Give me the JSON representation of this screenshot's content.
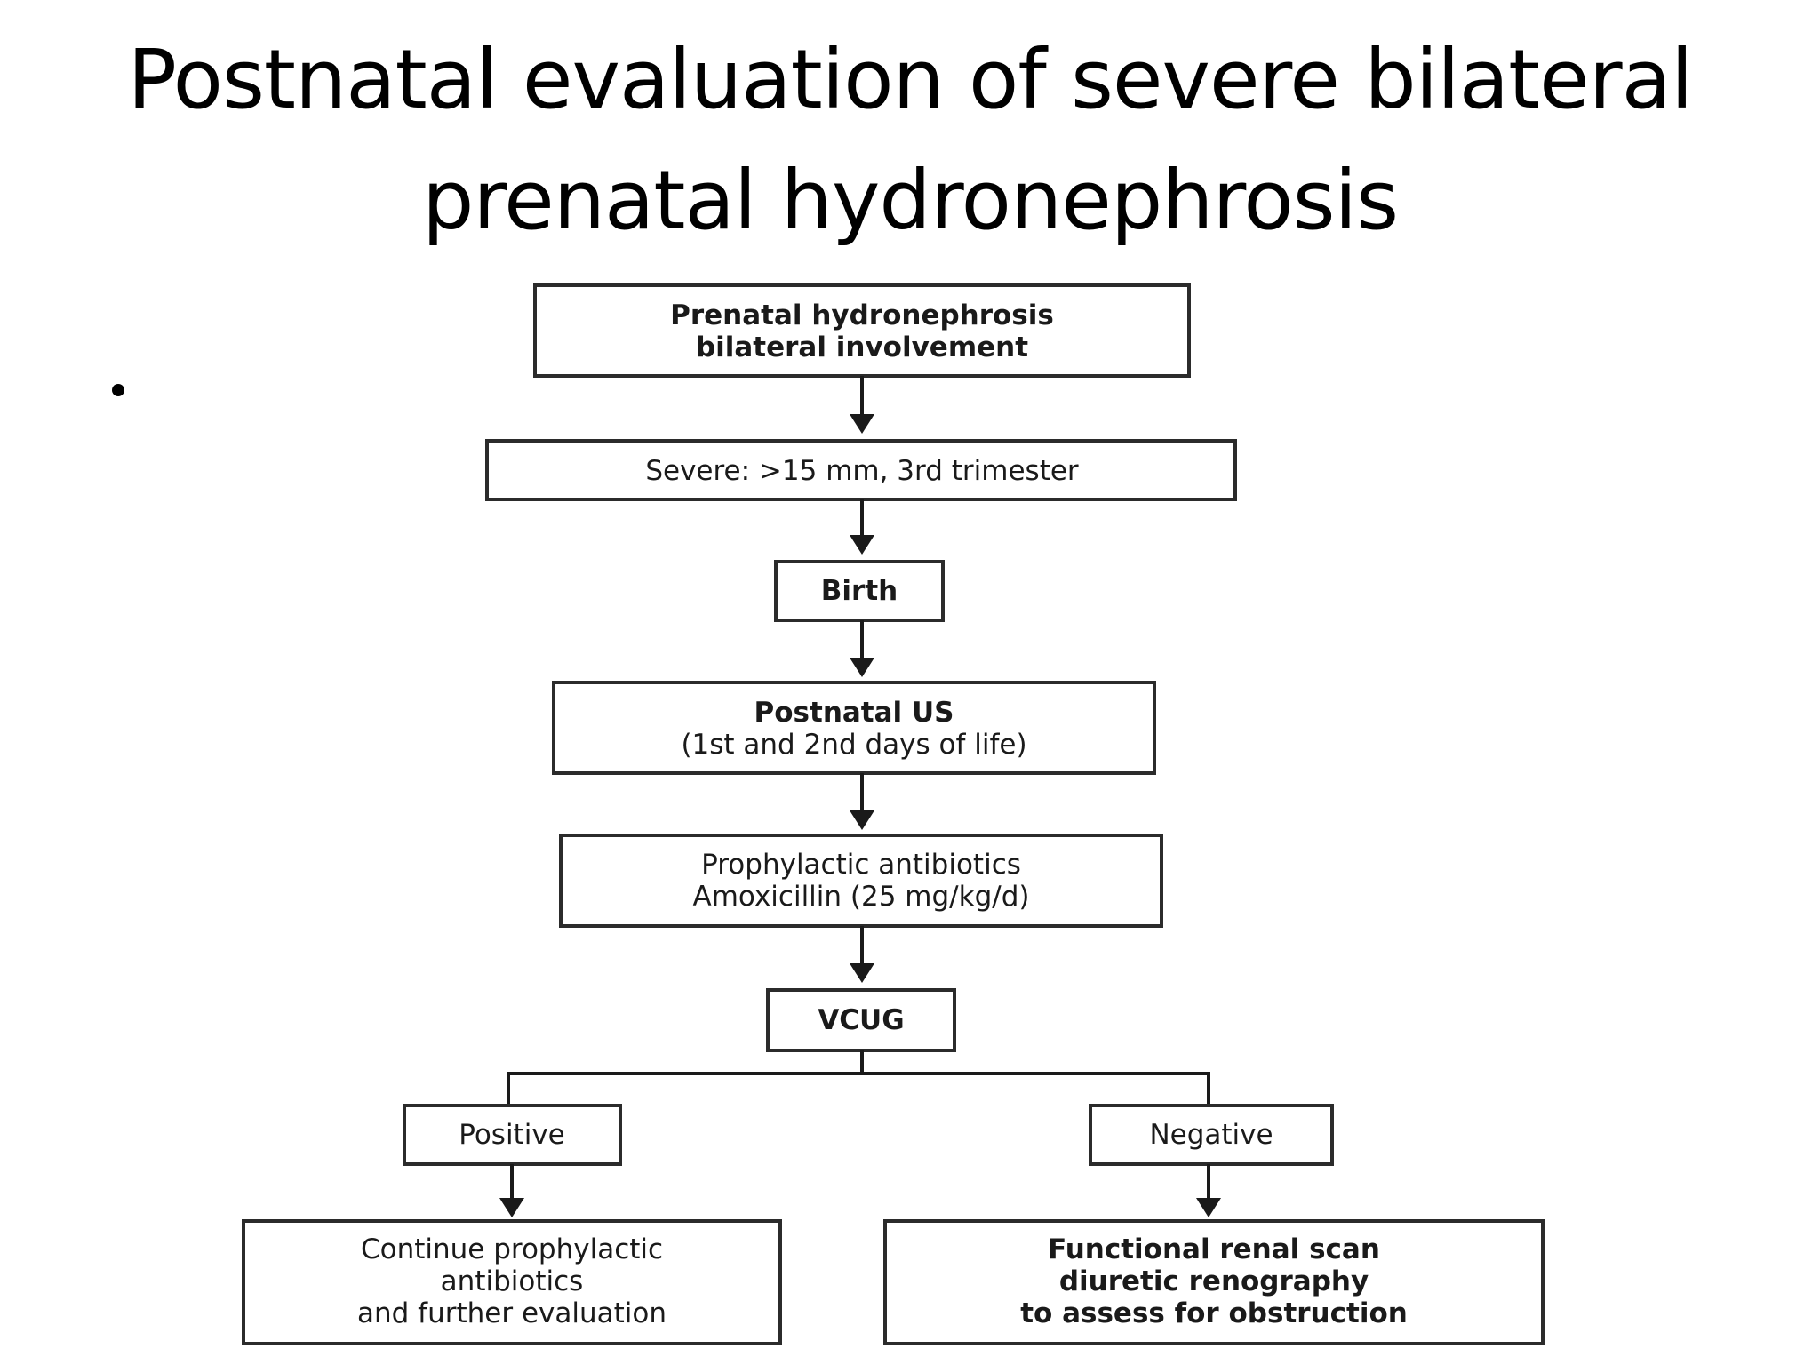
{
  "title": {
    "line1": "Postnatal evaluation of severe bilateral",
    "line2": "prenatal hydronephrosis"
  },
  "bullet": ".",
  "flowchart": {
    "prenatal": {
      "line1": "Prenatal hydronephrosis",
      "line2": "bilateral involvement"
    },
    "severe": {
      "line1": "Severe: >15 mm, 3rd trimester"
    },
    "birth": {
      "line1": "Birth"
    },
    "postnatal_us": {
      "line1": "Postnatal US",
      "line2": "(1st and 2nd days of life)"
    },
    "prophylactic": {
      "line1": "Prophylactic antibiotics",
      "line2": "Amoxicillin (25 mg/kg/d)"
    },
    "vcug": {
      "line1": "VCUG"
    },
    "positive": {
      "line1": "Positive"
    },
    "negative": {
      "line1": "Negative"
    },
    "continue": {
      "line1": "Continue prophylactic",
      "line2": "antibiotics",
      "line3": "and further evaluation"
    },
    "functional": {
      "line1": "Functional renal scan",
      "line2": "diuretic renography",
      "line3": "to assess for obstruction"
    }
  }
}
